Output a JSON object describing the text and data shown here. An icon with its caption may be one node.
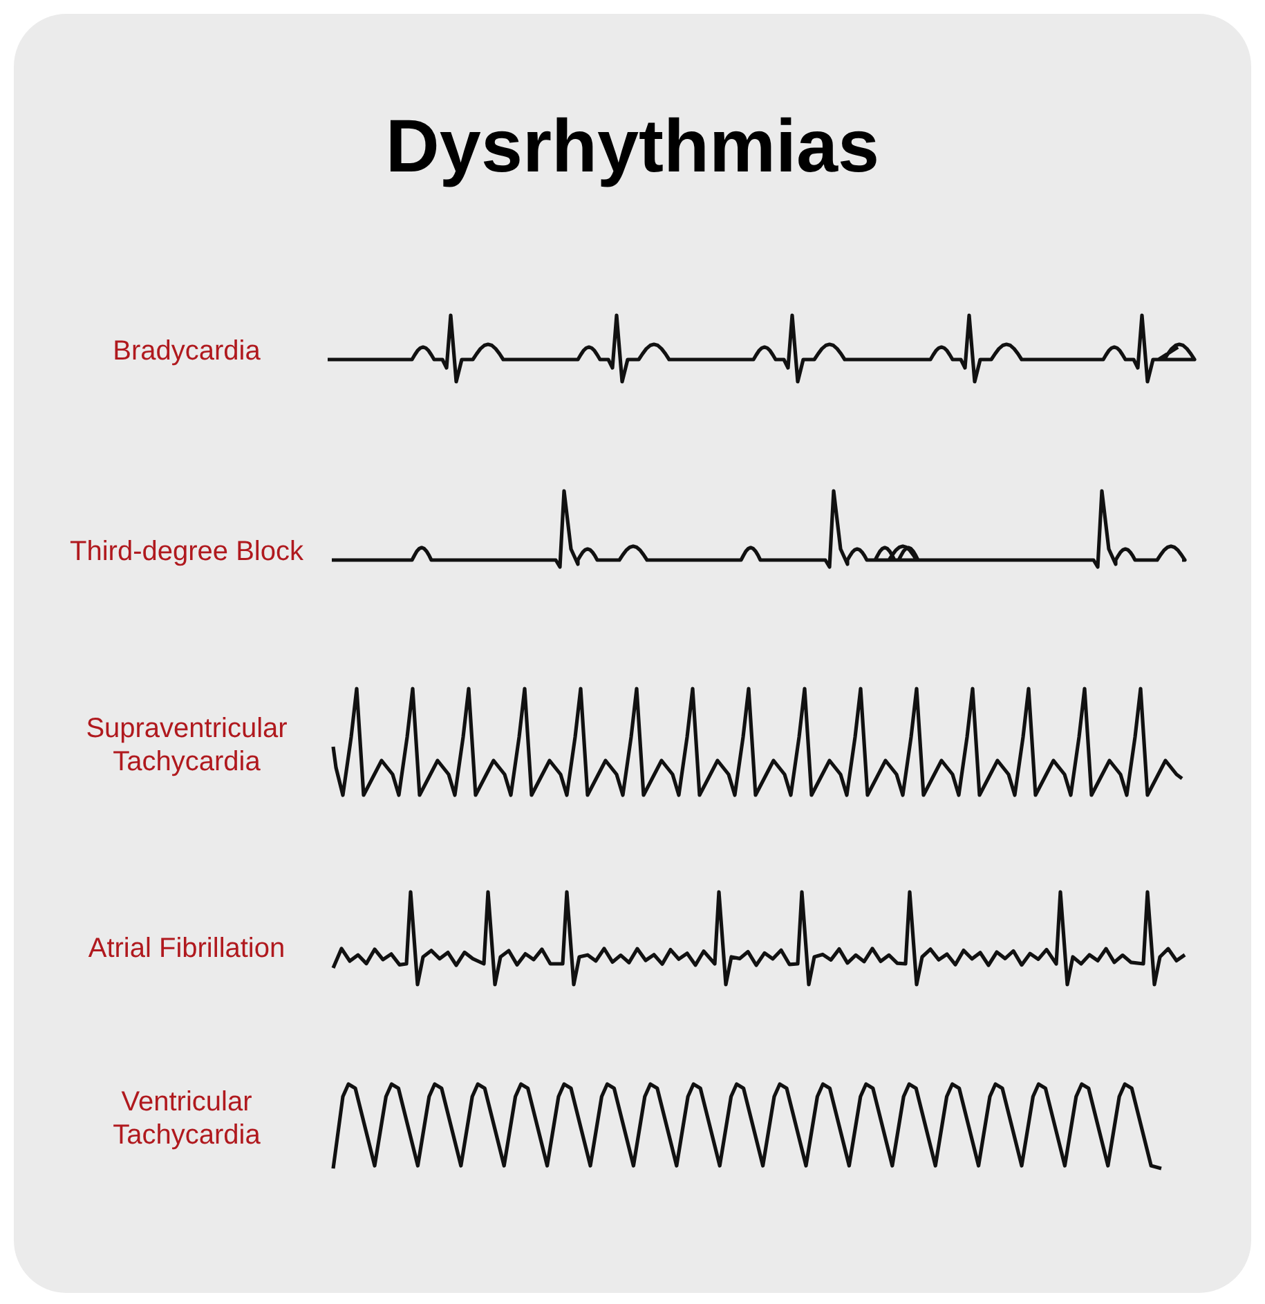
{
  "diagram": {
    "title": "Dysrhythmias",
    "labels": [
      "Bradycardia",
      "Third-degree Block",
      "Supraventricular Tachycardia",
      "Atrial Fibrillation",
      "Ventricular Tachycardia"
    ]
  }
}
